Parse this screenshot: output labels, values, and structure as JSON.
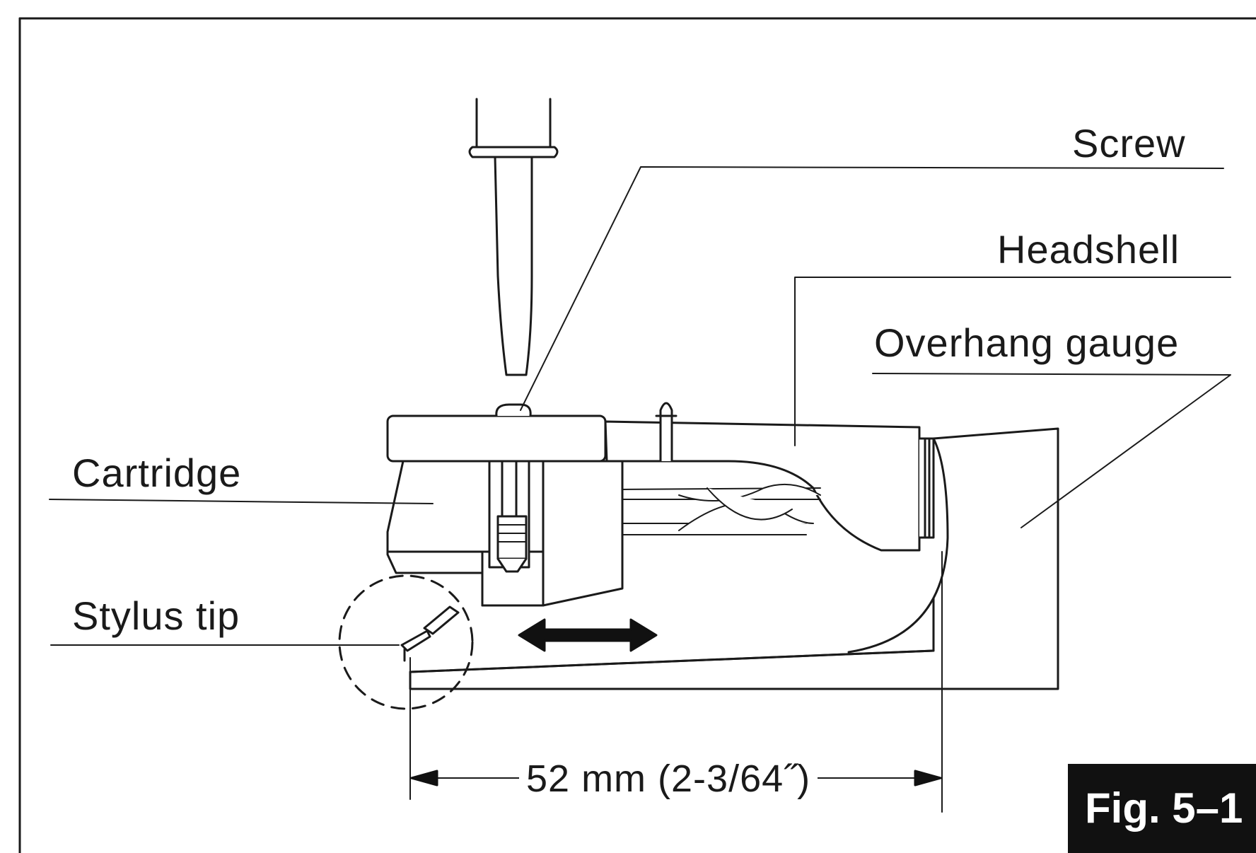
{
  "labels": {
    "screw": "Screw",
    "headshell": "Headshell",
    "overhang_gauge": "Overhang gauge",
    "cartridge": "Cartridge",
    "stylus_tip": "Stylus tip"
  },
  "dimension": {
    "text": "52 mm (2-3/64˝)"
  },
  "figure_caption": "Fig. 5–1",
  "colors": {
    "ink": "#1a1a1a",
    "background": "#ffffff",
    "caption_box": "#111111",
    "caption_text": "#ffffff"
  }
}
